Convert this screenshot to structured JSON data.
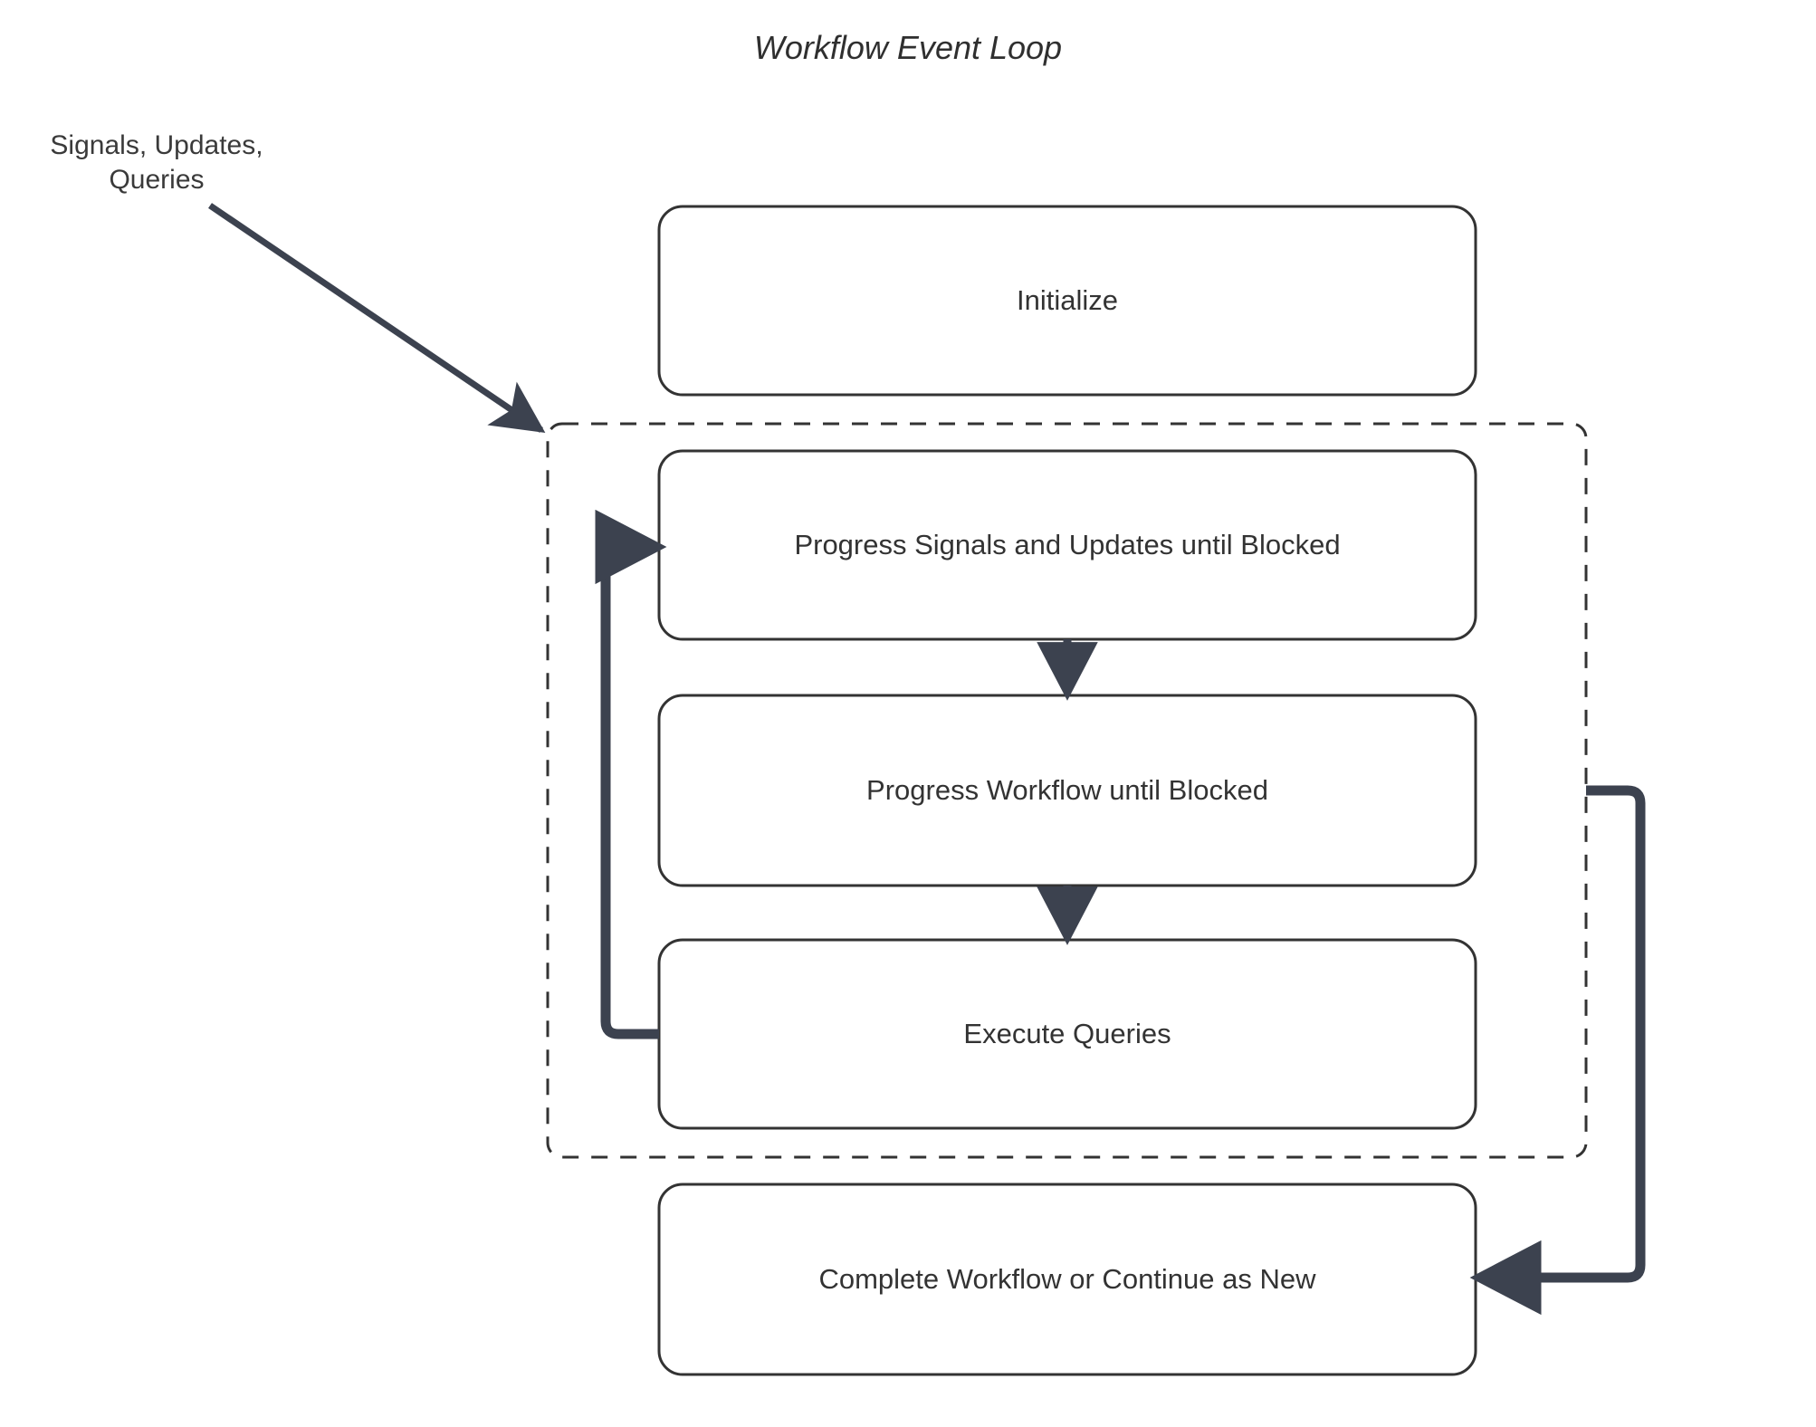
{
  "diagram": {
    "title": "Workflow Event Loop",
    "type": "flowchart",
    "colors": {
      "stroke": "#333333",
      "arrow": "#3c424f",
      "text": "#333333",
      "background": "#ffffff",
      "dashed_border": "#333333"
    },
    "external_label": "Signals, Updates,\nQueries",
    "loop_container": {
      "name": "event-loop-region",
      "style": "dashed"
    },
    "nodes": [
      {
        "id": "initialize",
        "label": "Initialize",
        "inside_loop": false
      },
      {
        "id": "progress-su",
        "label": "Progress Signals and Updates until Blocked",
        "inside_loop": true
      },
      {
        "id": "progress-wf",
        "label": "Progress Workflow until Blocked",
        "inside_loop": true
      },
      {
        "id": "execute-q",
        "label": "Execute Queries",
        "inside_loop": true
      },
      {
        "id": "complete-wf",
        "label": "Complete Workflow or Continue as New",
        "inside_loop": false
      }
    ],
    "edges": [
      {
        "from": "external-input",
        "to": "event-loop-region",
        "label": "",
        "style": "diagonal-arrow"
      },
      {
        "from": "progress-su",
        "to": "progress-wf",
        "label": "",
        "style": "vertical-arrow"
      },
      {
        "from": "progress-wf",
        "to": "execute-q",
        "label": "",
        "style": "vertical-arrow"
      },
      {
        "from": "execute-q",
        "to": "progress-su",
        "label": "",
        "style": "loop-back-left"
      },
      {
        "from": "event-loop-region",
        "to": "complete-wf",
        "label": "",
        "style": "loop-exit-right"
      }
    ]
  }
}
